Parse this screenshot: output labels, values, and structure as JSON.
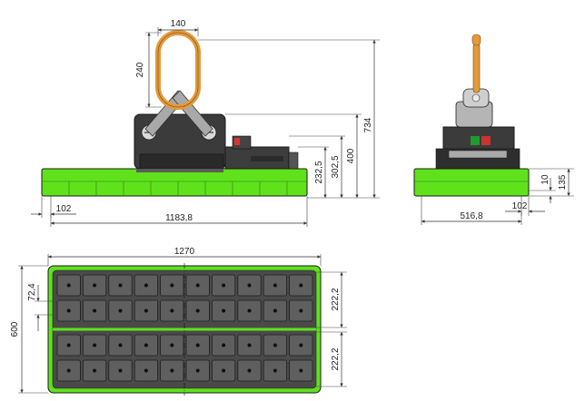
{
  "dimensions": {
    "ring_width": "140",
    "ring_height": "240",
    "total_height": "734",
    "height_400": "400",
    "height_302_5": "302,5",
    "height_232_5": "232,5",
    "plate_offset_left": "102",
    "front_length": "1183,8",
    "side_height_135": "135",
    "side_height_10": "10",
    "side_offset": "102",
    "side_width": "516,8",
    "plan_length": "1270",
    "plan_width": "600",
    "pole_pitch": "72,4",
    "upper_block": "222,2",
    "lower_block": "222,2"
  },
  "colors": {
    "plate_green": "#5fe21c",
    "housing_dark": "#3b3b3b",
    "ring_orange": "#e39a3c",
    "pole_gray": "#5f5f5f",
    "switch_green": "#1f9a2f",
    "switch_red": "#c9342c"
  }
}
